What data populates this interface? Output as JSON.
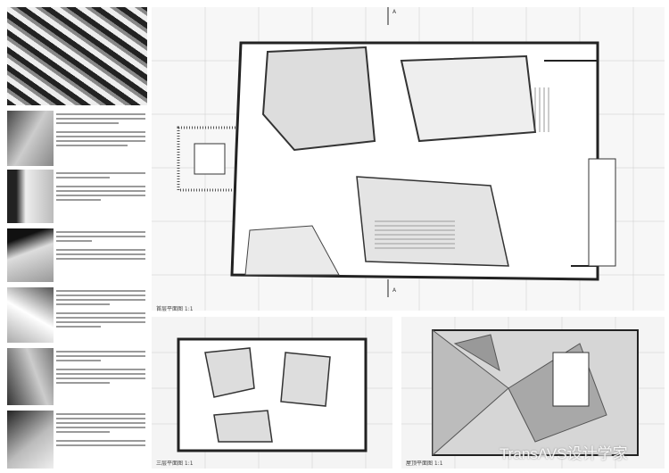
{
  "drawings": {
    "main_plan_label": "首层平面图 1:1",
    "bottom_left_plan_label": "三层平面图 1:1",
    "bottom_right_plan_label": "屋顶平面图 1:1",
    "section_marker": "A"
  },
  "watermark": "TransAVS设计学家",
  "colors": {
    "line": "#333333",
    "fill": "#cfcfcf",
    "paper": "#ffffff"
  }
}
